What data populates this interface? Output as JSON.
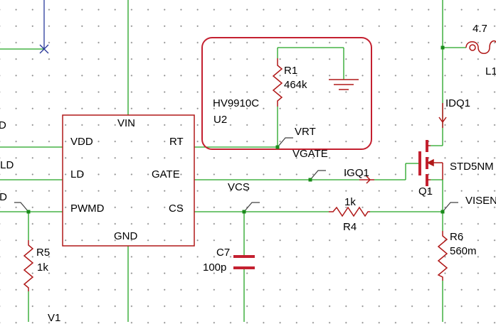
{
  "colors": {
    "wire": "#22a322",
    "component": "#b01818",
    "highlight": "#c42030",
    "node": "#1a8a1a",
    "probe": "#404040",
    "label": "#000000"
  },
  "ic": {
    "part": "HV9910C",
    "ref": "U2",
    "pins": {
      "vin": "VIN",
      "vdd": "VDD",
      "ld": "LD",
      "pwmd": "PWMD",
      "rt": "RT",
      "gate": "GATE",
      "cs": "CS",
      "gnd": "GND"
    }
  },
  "resistors": {
    "r1": {
      "ref": "R1",
      "value": "464k"
    },
    "r4": {
      "ref": "R4",
      "value": "1k"
    },
    "r5": {
      "ref": "R5",
      "value": "1k"
    },
    "r6": {
      "ref": "R6",
      "value": "560m"
    }
  },
  "capacitors": {
    "c7": {
      "ref": "C7",
      "value": "100p"
    }
  },
  "inductor": {
    "ref": "L1",
    "value": "4.7"
  },
  "mosfet": {
    "ref": "Q1",
    "part": "STD5NM"
  },
  "probes": {
    "vrt": "VRT",
    "vgate": "VGATE",
    "igq1": "IGQ1",
    "vcs": "VCS",
    "idq1": "IDQ1",
    "visen": "VISEN"
  },
  "left_nets": {
    "vdd": "D",
    "ld": "/LD",
    "pwmd": "ID"
  },
  "source": {
    "ref": "V1"
  }
}
